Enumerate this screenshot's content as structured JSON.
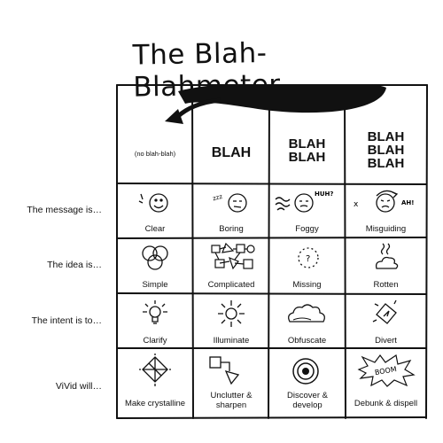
{
  "title": "The Blah-Blahmeter",
  "columns": [
    {
      "header": "(no blah-blah)"
    },
    {
      "header": "BLAH"
    },
    {
      "header": "BLAH\nBLAH"
    },
    {
      "header": "BLAH\nBLAH\nBLAH"
    }
  ],
  "rows": [
    {
      "label": "The message is…",
      "cells": [
        "Clear",
        "Boring",
        "Foggy",
        "Misguiding"
      ],
      "icons": [
        "smiley-clear-icon",
        "sleepy-face-icon",
        "foggy-face-icon",
        "angry-face-icon"
      ]
    },
    {
      "label": "The idea is…",
      "cells": [
        "Simple",
        "Complicated",
        "Missing",
        "Rotten"
      ],
      "icons": [
        "three-circles-icon",
        "tangled-shapes-icon",
        "question-circle-icon",
        "rotten-pile-icon"
      ]
    },
    {
      "label": "The intent is to…",
      "cells": [
        "Clarify",
        "Illuminate",
        "Obfuscate",
        "Divert"
      ],
      "icons": [
        "lightbulb-icon",
        "sun-icon",
        "cloud-icon",
        "diverted-arrow-icon"
      ]
    },
    {
      "label": "ViVid will…",
      "cells": [
        "Make crystalline",
        "Unclutter & sharpen",
        "Discover & develop",
        "Debunk & dispell"
      ],
      "icons": [
        "crystal-icon",
        "sharpen-shapes-icon",
        "target-icon",
        "boom-burst-icon"
      ]
    }
  ],
  "icon_text": {
    "huh": "HUH?",
    "ah": "AH!",
    "zzz": "zzz",
    "x": "x",
    "q": "?",
    "boom": "BOOM"
  }
}
